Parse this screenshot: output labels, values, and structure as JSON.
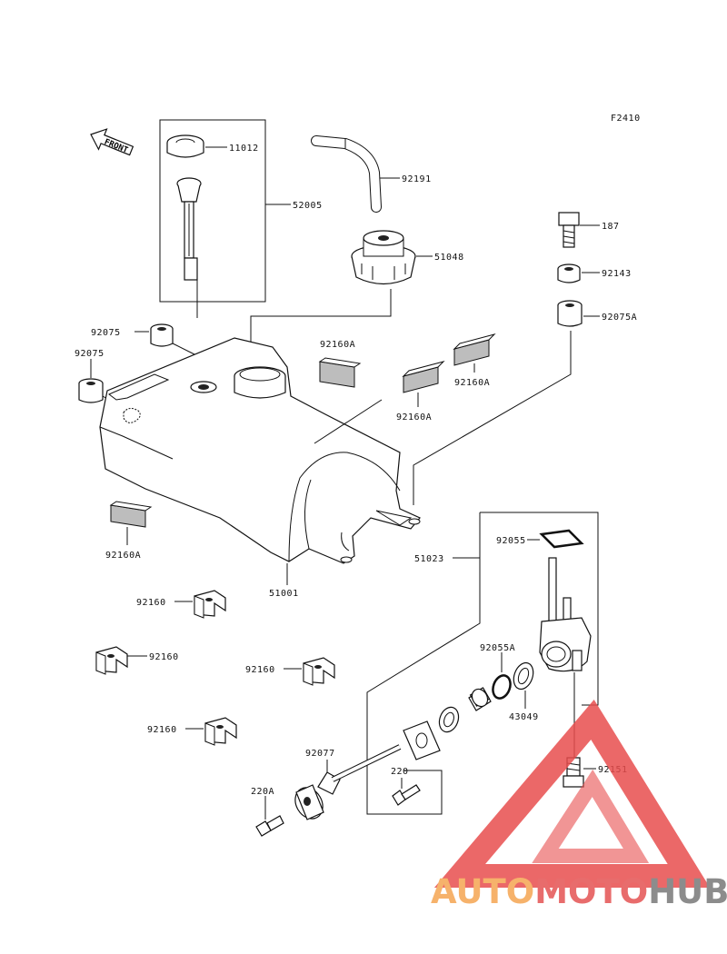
{
  "diagram": {
    "figure_code": "F2410",
    "front_label": "FRONT",
    "labels": {
      "p11012": "11012",
      "p52005": "52005",
      "p92191": "92191",
      "p51048": "51048",
      "p187": "187",
      "p92143": "92143",
      "p92075A": "92075A",
      "p92075_a": "92075",
      "p92075_b": "92075",
      "p92160A_a": "92160A",
      "p92160A_b": "92160A",
      "p92160A_c": "92160A",
      "p92160A_d": "92160A",
      "p51001": "51001",
      "p92055": "92055",
      "p51023": "51023",
      "p92055A": "92055A",
      "p43049": "43049",
      "p92151": "92151",
      "p92077": "92077",
      "p220": "220",
      "p220A": "220A",
      "p92160_a": "92160",
      "p92160_b": "92160",
      "p92160_c": "92160",
      "p92160_d": "92160"
    }
  },
  "watermark": {
    "part1": "AUTO",
    "part2": "MOTO",
    "part3": "HUB",
    "colors": {
      "auto": "#f6b26b",
      "moto": "#e86c6c",
      "hub": "#8c8c8c",
      "triangle": "#e84e4e"
    }
  }
}
